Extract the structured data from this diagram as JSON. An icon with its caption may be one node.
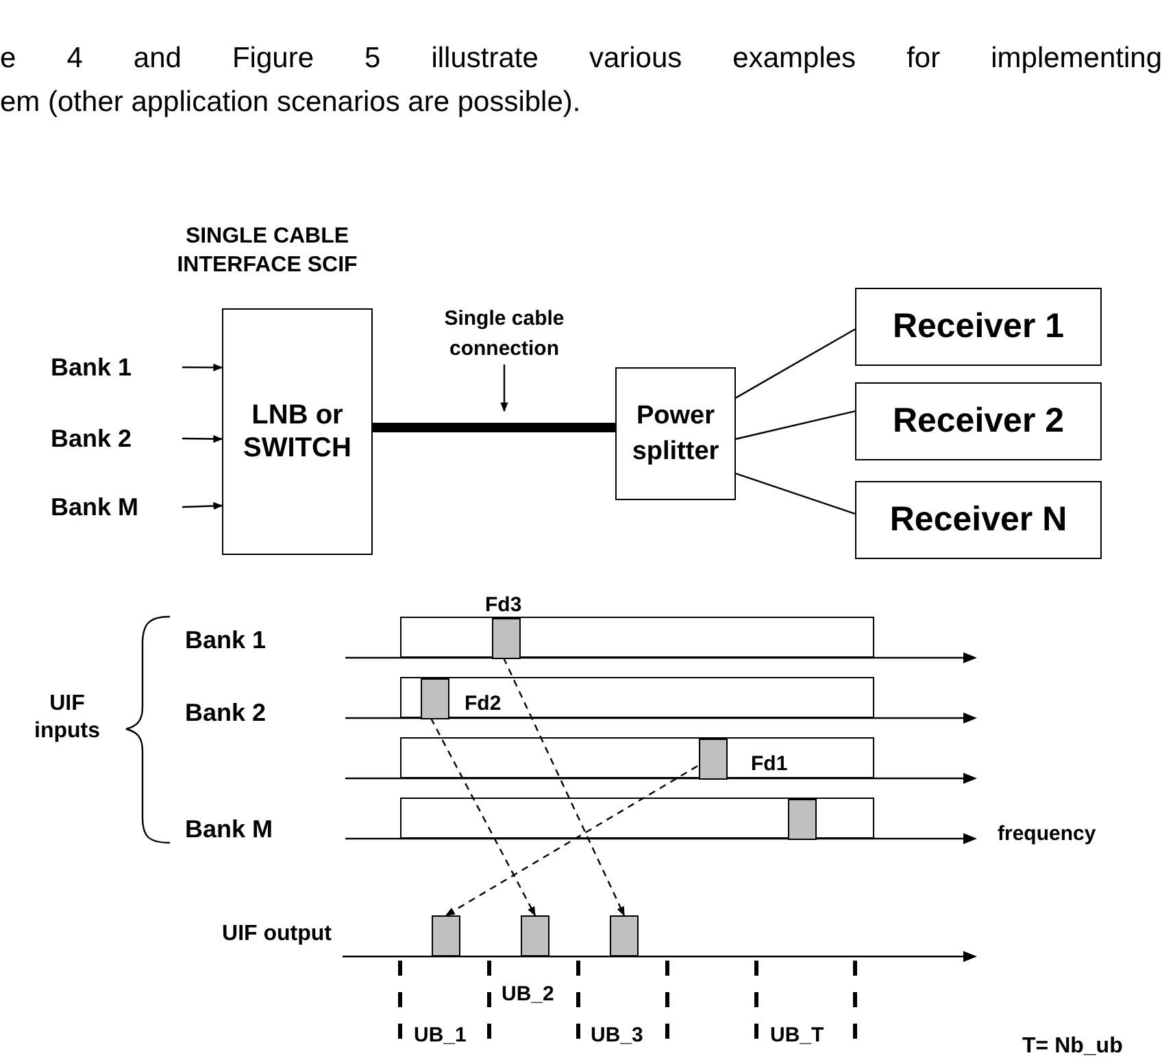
{
  "diagram": {
    "nodes": [
      {
        "text": [
          "Bank 1"
        ]
      },
      {
        "text": [
          "Bank 2"
        ]
      },
      {
        "text": [
          "Bank M"
        ]
      },
      {
        "text": [
          "LNB or SWITCH"
        ]
      },
      {
        "text": [
          "Single cable connection"
        ]
      },
      {
        "text": [
          "Power splitter"
        ]
      },
      {
        "text": [
          "Receiver 1"
        ]
      },
      {
        "text": [
          "Receiver 2"
        ]
      },
      {
        "text": [
          "Receiver N"
        ]
      },
      {
        "text": [],
        "shape": "bar"
      },
      {
        "text": [],
        "shape": "box",
        "in": 9,
        "beside": [
          "Fd3"
        ]
      },
      {
        "text": [],
        "shape": "bar"
      },
      {
        "text": [],
        "shape": "box",
        "in": 11,
        "beside": [
          "Fd2"
        ]
      },
      {
        "text": [],
        "shape": "bar"
      },
      {
        "text": [],
        "shape": "box",
        "in": 13,
        "beside": [
          "Fd1"
        ]
      },
      {
        "text": [],
        "shape": "bar"
      },
      {
        "text": [],
        "shape": "box",
        "in": 15
      },
      {
        "text": [],
        "shape": "box"
      },
      {
        "text": [],
        "shape": "box"
      },
      {
        "text": [],
        "shape": "box"
      }
    ],
    "edges": [
      {
        "from": 0,
        "to": 3,
        "arrow": "to"
      },
      {
        "from": 1,
        "to": 3,
        "arrow": "to"
      },
      {
        "from": 2,
        "to": 3,
        "arrow": "to"
      },
      {
        "from": 3,
        "to": 5,
        "arrow": "none",
        "style": "thick"
      },
      {
        "from": 4,
        "to": null,
        "arrow": "to"
      },
      {
        "from": 5,
        "to": 6,
        "arrow": "none"
      },
      {
        "from": 5,
        "to": 7,
        "arrow": "none"
      },
      {
        "from": 5,
        "to": 8,
        "arrow": "none"
      },
      {
        "from": 14,
        "to": 17,
        "arrow": "to",
        "style": "dashed"
      },
      {
        "from": 12,
        "to": 18,
        "arrow": "to",
        "style": "dashed"
      },
      {
        "from": 10,
        "to": 19,
        "arrow": "to",
        "style": "dashed"
      }
    ],
    "labels": [
      "e 4 and Figure 5 illustrate various examples for implementing",
      "em (other application scenarios are possible).",
      "SINGLE CABLE INTERFACE SCIF",
      "Bank 1",
      "UIF inputs",
      "Bank 2",
      "Bank M",
      "frequency",
      "UIF output",
      "UB_2",
      "UB_1",
      "UB_3",
      "UB_T",
      "T= Nb_ub"
    ]
  }
}
